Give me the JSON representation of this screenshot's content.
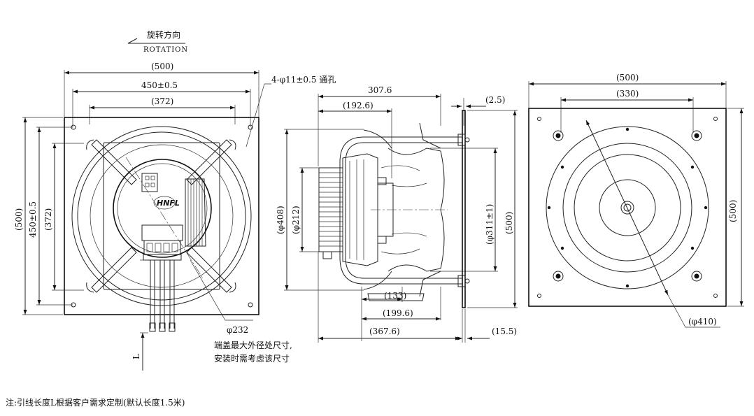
{
  "rotation": {
    "cn": "旋转方向",
    "en": "ROTATION"
  },
  "front_view": {
    "dims": {
      "overall": "(500)",
      "hole_pitch": "450±0.5",
      "inner": "(372)",
      "overall_v": "(500)",
      "hole_pitch_v": "450±0.5",
      "inner_v": "(372)",
      "cover_dia": "φ232",
      "lead_length": "L"
    },
    "holes_callout": "4-φ11±0.5 通孔",
    "cover_note": [
      "端盖最大外径处尺寸,",
      "安装时需考虑该尺寸"
    ],
    "logo": "HNFL"
  },
  "side_view": {
    "dims": {
      "depth": "307.6",
      "motor_depth": "(192.6)",
      "plate": "(2.5)",
      "frame_dia": "(φ408)",
      "motor_dia": "(φ212)",
      "impeller_dia": "(φ311±1)",
      "height": "(500)",
      "d133": "(133)",
      "d199": "(199.6)",
      "d367": "(367.6)",
      "d15": "(15.5)"
    }
  },
  "rear_view": {
    "dims": {
      "overall": "(500)",
      "hole_pitch": "(330)",
      "height": "(500)",
      "ring_dia": "(φ410)"
    }
  },
  "footnote": "注:引线长度L根据客户需求定制(默认长度1.5米)"
}
